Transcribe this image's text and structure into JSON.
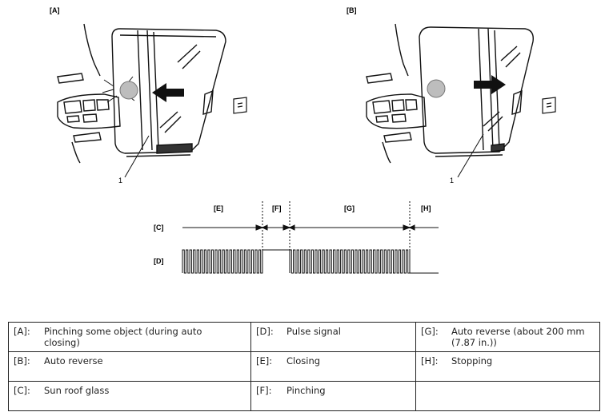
{
  "diagram": {
    "panel_a_label": "[A]",
    "panel_b_label": "[B]",
    "callout_a": "1",
    "callout_b": "1",
    "label_c": "[C]",
    "label_d": "[D]",
    "label_e": "[E]",
    "label_f": "[F]",
    "label_g": "[G]",
    "label_h": "[H]"
  },
  "legend": {
    "rows": [
      [
        {
          "key": "[A]:",
          "value": "Pinching some object (during auto closing)"
        },
        {
          "key": "[D]:",
          "value": "Pulse signal"
        },
        {
          "key": "[G]:",
          "value": "Auto reverse (about 200 mm (7.87 in.))"
        }
      ],
      [
        {
          "key": "[B]:",
          "value": "Auto reverse"
        },
        {
          "key": "[E]:",
          "value": "Closing"
        },
        {
          "key": "[H]:",
          "value": "Stopping"
        }
      ],
      [
        {
          "key": "[C]:",
          "value": "Sun roof glass"
        },
        {
          "key": "[F]:",
          "value": "Pinching"
        },
        {
          "key": "",
          "value": ""
        }
      ]
    ]
  }
}
